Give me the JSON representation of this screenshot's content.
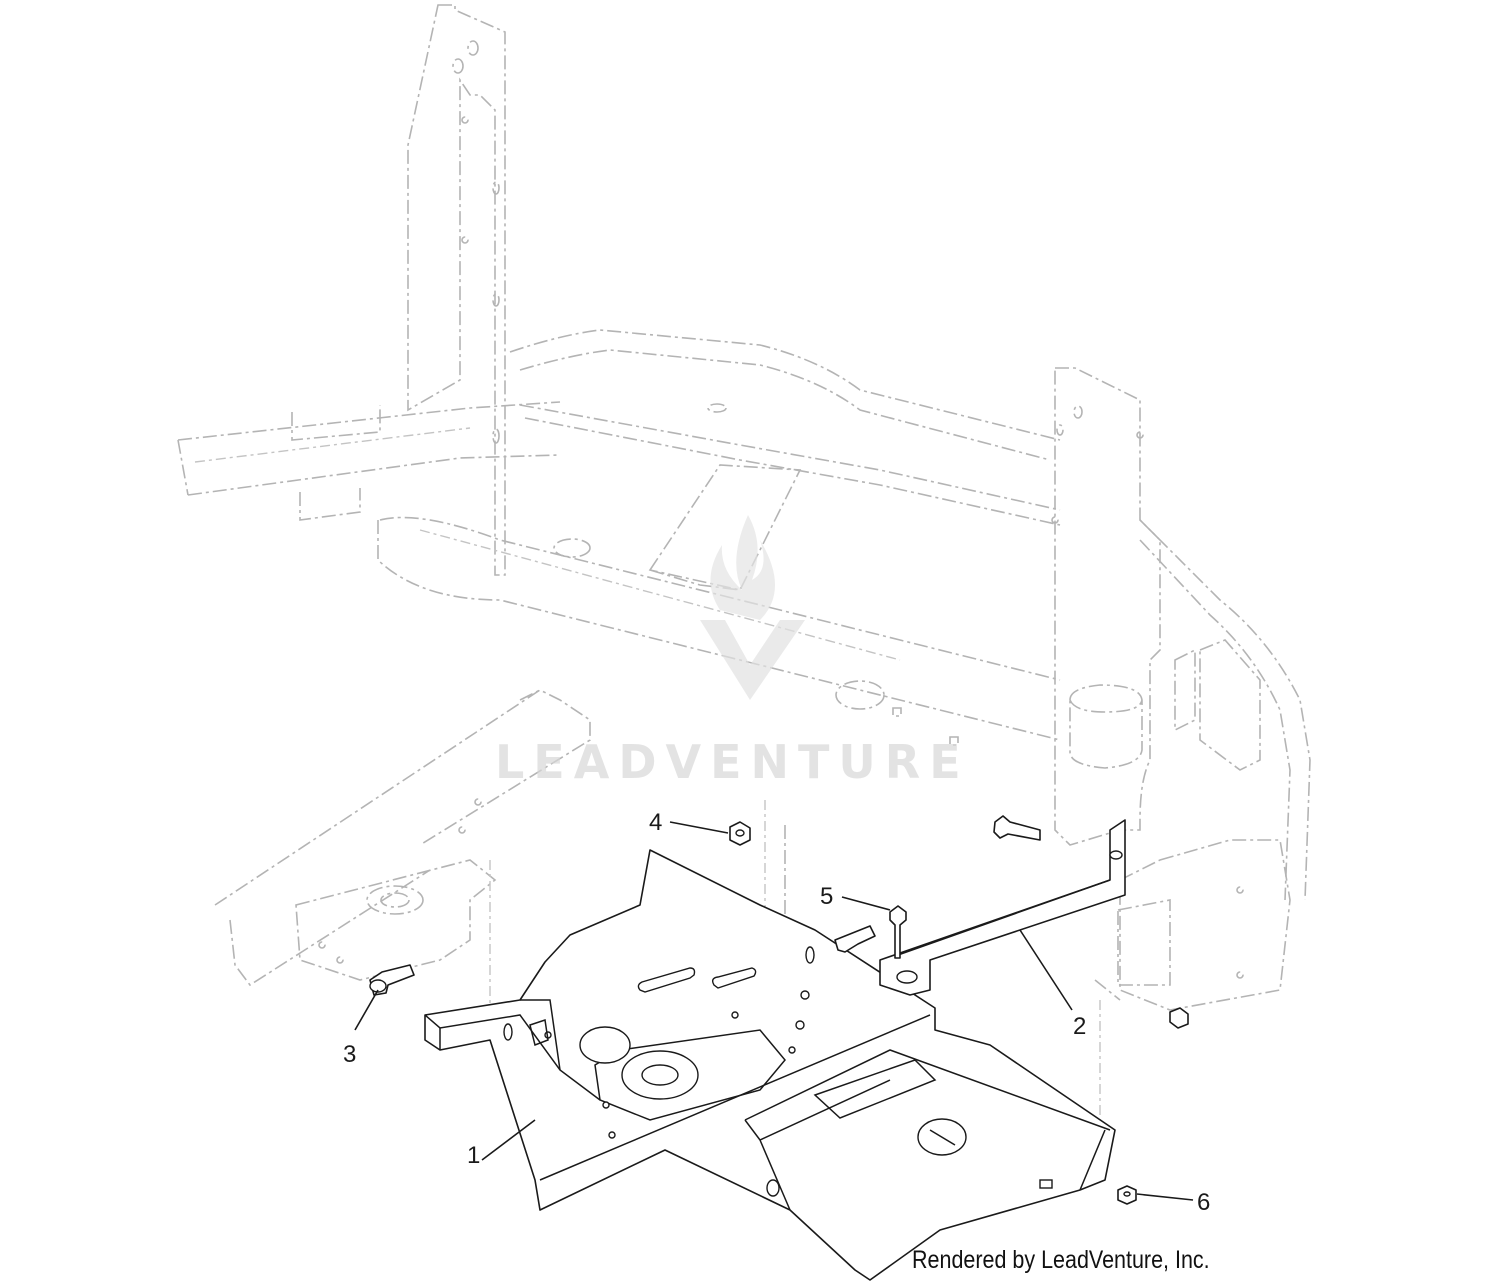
{
  "callouts": [
    {
      "label": "1",
      "part": "bracket-base"
    },
    {
      "label": "2",
      "part": "brace-bar"
    },
    {
      "label": "3",
      "part": "bolt"
    },
    {
      "label": "4",
      "part": "nut"
    },
    {
      "label": "5",
      "part": "bolt"
    },
    {
      "label": "6",
      "part": "nut"
    }
  ],
  "watermark": {
    "text": "LEADVENTURE"
  },
  "credit": "Rendered by LeadVenture, Inc.",
  "colors": {
    "line": "#1a1a1a",
    "phantom": "#b4b4b4",
    "watermark": "#d8d8d8",
    "background": "#ffffff"
  }
}
